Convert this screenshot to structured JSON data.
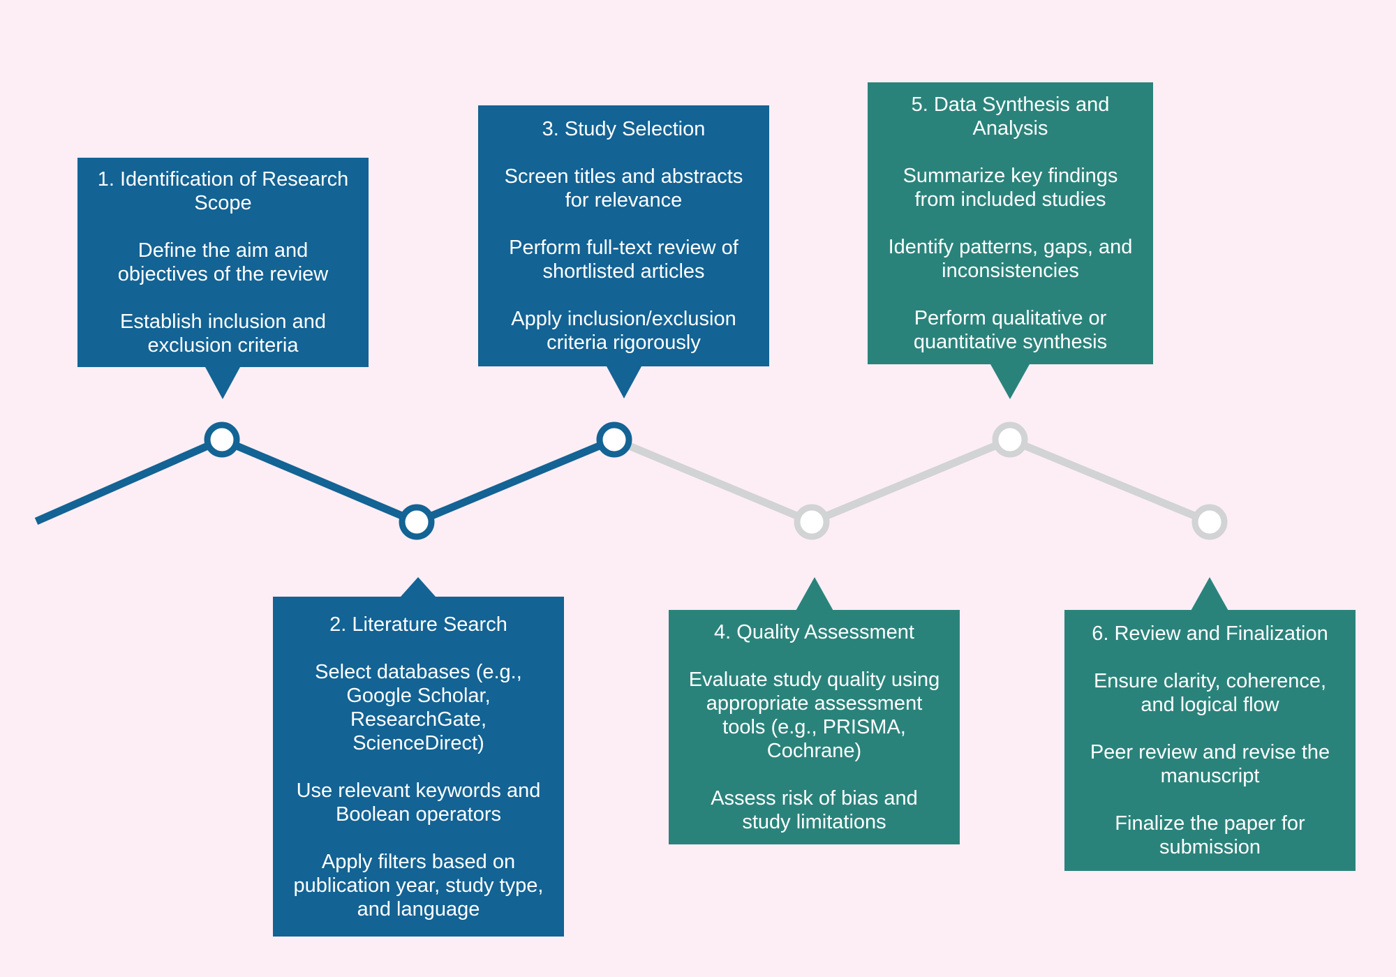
{
  "colors": {
    "blue": "#136394",
    "teal": "#2a837b",
    "inactive_line": "#d1d3d4",
    "background": "#fdeef5"
  },
  "steps": [
    {
      "title": "1. Identification of Research Scope",
      "color": "blue",
      "points": [
        "Define the aim and objectives of the review",
        "Establish inclusion and exclusion criteria"
      ]
    },
    {
      "title": "2. Literature Search",
      "color": "blue",
      "points": [
        "Select databases (e.g., Google Scholar, ResearchGate, ScienceDirect)",
        "Use relevant keywords and Boolean operators",
        "Apply filters based on publication year, study type, and language"
      ]
    },
    {
      "title": "3. Study Selection",
      "color": "blue",
      "points": [
        "Screen titles and abstracts for relevance",
        "Perform full-text review of shortlisted articles",
        "Apply inclusion/exclusion criteria rigorously"
      ]
    },
    {
      "title": "4. Quality Assessment",
      "color": "teal",
      "points": [
        "Evaluate study quality using appropriate assessment tools (e.g., PRISMA, Cochrane)",
        "Assess risk of bias and study limitations"
      ]
    },
    {
      "title": "5. Data Synthesis and Analysis",
      "color": "teal",
      "points": [
        "Summarize key findings from included studies",
        "Identify patterns, gaps, and inconsistencies",
        "Perform qualitative or quantitative synthesis"
      ]
    },
    {
      "title": "6. Review and Finalization",
      "color": "teal",
      "points": [
        "Ensure clarity, coherence, and logical flow",
        "Peer review and revise the manuscript",
        "Finalize the paper for submission"
      ]
    }
  ]
}
